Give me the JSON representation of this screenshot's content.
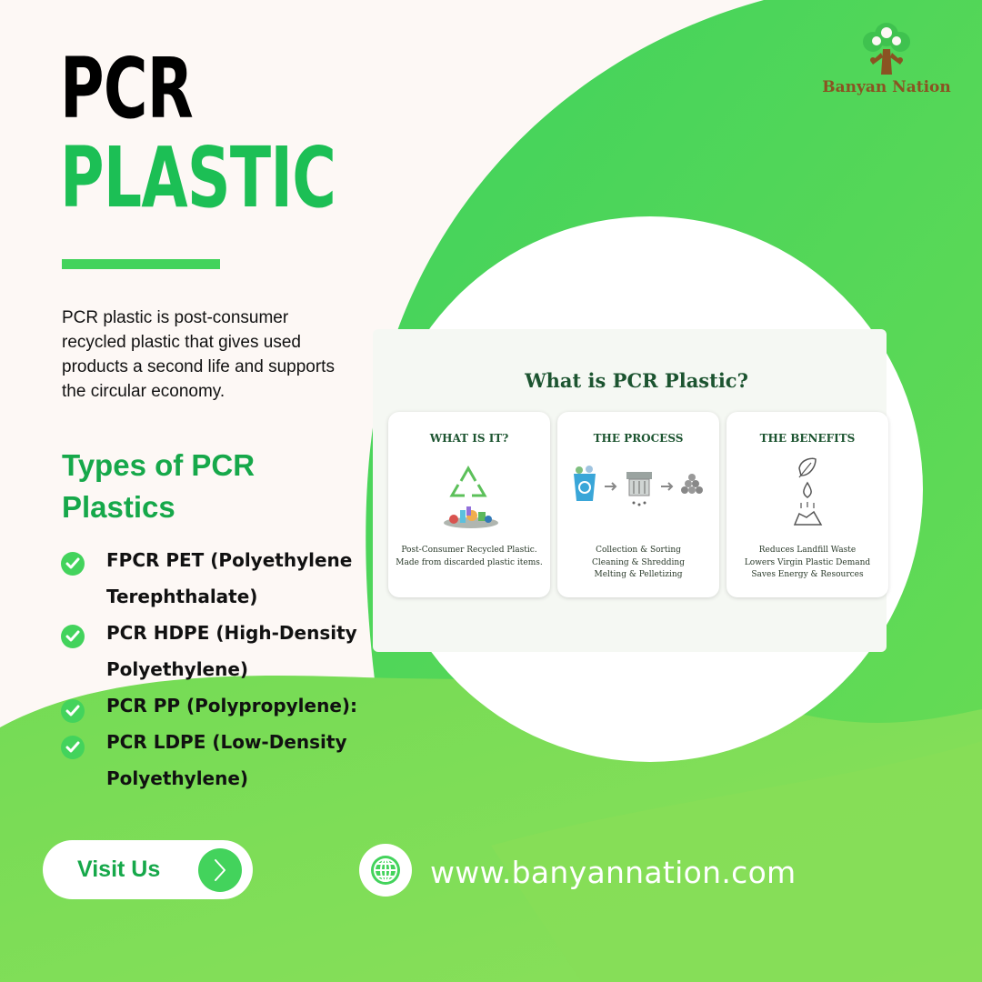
{
  "brand": {
    "name": "Banyan Nation",
    "text_color": "#8a5322",
    "tree_green": "#3fc24f"
  },
  "colors": {
    "accent_green": "#43d35c",
    "heading_green": "#1cbf55",
    "dark_green": "#1c5430",
    "background": "#fdf8f5"
  },
  "title": {
    "line1": "PCR",
    "line2": "PLASTIC"
  },
  "intro": "PCR plastic is post-consumer recycled plastic that gives used products a second life and supports the circular economy.",
  "types": {
    "heading": "Types of PCR Plastics",
    "items": [
      "FPCR PET (Polyethylene Terephthalate)",
      "PCR HDPE (High-Density Polyethylene)",
      "PCR PP (Polypropylene):",
      "PCR LDPE (Low-Density Polyethylene)"
    ]
  },
  "infographic": {
    "title": "What is PCR Plastic?",
    "cards": [
      {
        "heading": "WHAT IS IT?",
        "icon": "recycle-icon",
        "lines": [
          "Post-Consumer Recycled Plastic.",
          "Made from discarded plastic items."
        ]
      },
      {
        "heading": "THE PROCESS",
        "icon": "process-icon",
        "lines": [
          "Collection & Sorting",
          "Cleaning & Shredding",
          "Melting & Pelletizing"
        ]
      },
      {
        "heading": "THE BENEFITS",
        "icon": "leaf-icon",
        "lines": [
          "Reduces Landfill Waste",
          "Lowers Virgin Plastic Demand",
          "Saves Energy & Resources"
        ]
      }
    ]
  },
  "cta": {
    "label": "Visit Us",
    "icon": "chevron-right-icon"
  },
  "website": {
    "icon": "globe-icon",
    "url": "www.banyannation.com"
  }
}
